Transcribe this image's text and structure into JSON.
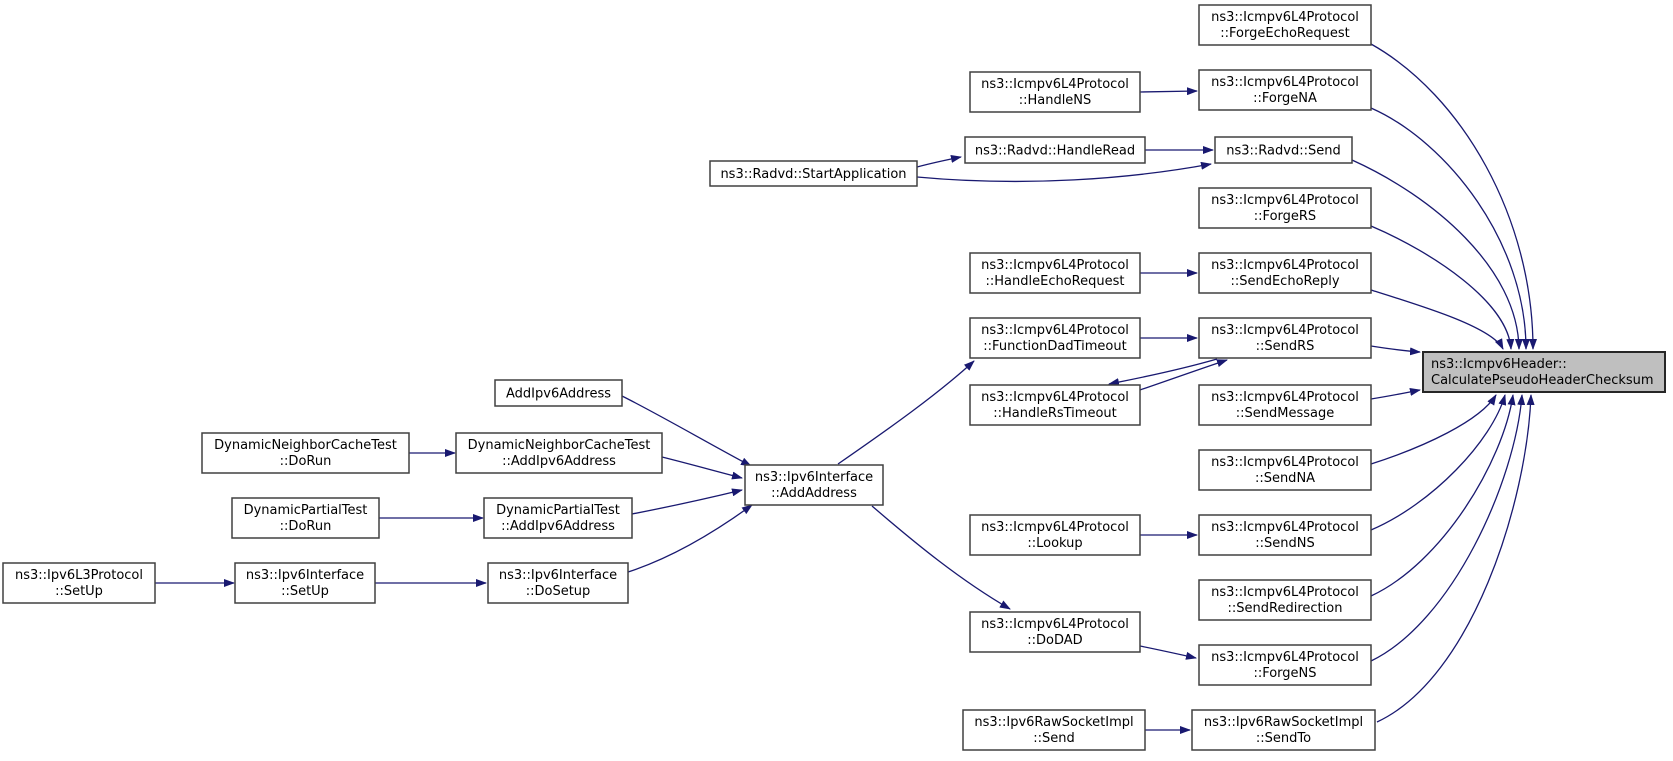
{
  "diagram": {
    "type": "call-graph",
    "colors": {
      "background": "#ffffff",
      "edge": "#191970",
      "node_border": "#404040",
      "node_fill": "#ffffff",
      "main_node_fill": "#bfbfbf",
      "text": "#000000"
    },
    "main_node_label": "ns3::Icmpv6Header::CalculatePseudoHeaderChecksum",
    "nodes": [
      {
        "id": "forge-echo-request",
        "lines": [
          "ns3::Icmpv6L4Protocol",
          "::ForgeEchoRequest"
        ],
        "role": "caller"
      },
      {
        "id": "forge-na",
        "lines": [
          "ns3::Icmpv6L4Protocol",
          "::ForgeNA"
        ],
        "role": "caller"
      },
      {
        "id": "radvd-send",
        "lines": [
          "ns3::Radvd::Send"
        ],
        "role": "caller"
      },
      {
        "id": "forge-rs",
        "lines": [
          "ns3::Icmpv6L4Protocol",
          "::ForgeRS"
        ],
        "role": "caller"
      },
      {
        "id": "send-echo-reply",
        "lines": [
          "ns3::Icmpv6L4Protocol",
          "::SendEchoReply"
        ],
        "role": "caller"
      },
      {
        "id": "send-rs",
        "lines": [
          "ns3::Icmpv6L4Protocol",
          "::SendRS"
        ],
        "role": "caller"
      },
      {
        "id": "send-message",
        "lines": [
          "ns3::Icmpv6L4Protocol",
          "::SendMessage"
        ],
        "role": "caller"
      },
      {
        "id": "send-na",
        "lines": [
          "ns3::Icmpv6L4Protocol",
          "::SendNA"
        ],
        "role": "caller"
      },
      {
        "id": "send-ns",
        "lines": [
          "ns3::Icmpv6L4Protocol",
          "::SendNS"
        ],
        "role": "caller"
      },
      {
        "id": "send-redirection",
        "lines": [
          "ns3::Icmpv6L4Protocol",
          "::SendRedirection"
        ],
        "role": "caller"
      },
      {
        "id": "forge-ns",
        "lines": [
          "ns3::Icmpv6L4Protocol",
          "::ForgeNS"
        ],
        "role": "caller"
      },
      {
        "id": "send-to",
        "lines": [
          "ns3::Ipv6RawSocketImpl",
          "::SendTo"
        ],
        "role": "caller"
      },
      {
        "id": "handle-ns",
        "lines": [
          "ns3::Icmpv6L4Protocol",
          "::HandleNS"
        ],
        "role": "caller"
      },
      {
        "id": "handle-read",
        "lines": [
          "ns3::Radvd::HandleRead"
        ],
        "role": "caller"
      },
      {
        "id": "start-application",
        "lines": [
          "ns3::Radvd::StartApplication"
        ],
        "role": "caller"
      },
      {
        "id": "handle-echo-request",
        "lines": [
          "ns3::Icmpv6L4Protocol",
          "::HandleEchoRequest"
        ],
        "role": "caller"
      },
      {
        "id": "function-dad-timeout",
        "lines": [
          "ns3::Icmpv6L4Protocol",
          "::FunctionDadTimeout"
        ],
        "role": "caller"
      },
      {
        "id": "handle-rs-timeout",
        "lines": [
          "ns3::Icmpv6L4Protocol",
          "::HandleRsTimeout"
        ],
        "role": "caller"
      },
      {
        "id": "lookup",
        "lines": [
          "ns3::Icmpv6L4Protocol",
          "::Lookup"
        ],
        "role": "caller"
      },
      {
        "id": "do-dad",
        "lines": [
          "ns3::Icmpv6L4Protocol",
          "::DoDAD"
        ],
        "role": "caller"
      },
      {
        "id": "raw-send",
        "lines": [
          "ns3::Ipv6RawSocketImpl",
          "::Send"
        ],
        "role": "caller"
      },
      {
        "id": "add-address",
        "lines": [
          "ns3::Ipv6Interface",
          "::AddAddress"
        ],
        "role": "caller"
      },
      {
        "id": "add-ipv6-address",
        "lines": [
          "AddIpv6Address"
        ],
        "role": "caller"
      },
      {
        "id": "dnct-add-ipv6-address",
        "lines": [
          "DynamicNeighborCacheTest",
          "::AddIpv6Address"
        ],
        "role": "caller"
      },
      {
        "id": "dpt-add-ipv6-address",
        "lines": [
          "DynamicPartialTest",
          "::AddIpv6Address"
        ],
        "role": "caller"
      },
      {
        "id": "do-setup",
        "lines": [
          "ns3::Ipv6Interface",
          "::DoSetup"
        ],
        "role": "caller"
      },
      {
        "id": "dnct-do-run",
        "lines": [
          "DynamicNeighborCacheTest",
          "::DoRun"
        ],
        "role": "caller"
      },
      {
        "id": "dpt-do-run",
        "lines": [
          "DynamicPartialTest",
          "::DoRun"
        ],
        "role": "caller"
      },
      {
        "id": "ipv6l3-setup",
        "lines": [
          "ns3::Ipv6L3Protocol",
          "::SetUp"
        ],
        "role": "caller"
      },
      {
        "id": "ipv6if-setup",
        "lines": [
          "ns3::Ipv6Interface",
          "::SetUp"
        ],
        "role": "caller"
      },
      {
        "id": "main",
        "lines": [
          "ns3::Icmpv6Header::",
          "CalculatePseudoHeaderChecksum"
        ],
        "role": "main"
      }
    ],
    "edges": [
      {
        "from": "dnct-do-run",
        "to": "dnct-add-ipv6-address"
      },
      {
        "from": "dpt-do-run",
        "to": "dpt-add-ipv6-address"
      },
      {
        "from": "ipv6l3-setup",
        "to": "ipv6if-setup"
      },
      {
        "from": "ipv6if-setup",
        "to": "do-setup"
      },
      {
        "from": "handle-ns",
        "to": "forge-na"
      },
      {
        "from": "handle-read",
        "to": "radvd-send"
      },
      {
        "from": "handle-echo-request",
        "to": "send-echo-reply"
      },
      {
        "from": "function-dad-timeout",
        "to": "send-rs"
      },
      {
        "from": "lookup",
        "to": "send-ns"
      },
      {
        "from": "raw-send",
        "to": "send-to"
      },
      {
        "from": "add-ipv6-address",
        "to": "add-address"
      },
      {
        "from": "dnct-add-ipv6-address",
        "to": "add-address"
      },
      {
        "from": "dpt-add-ipv6-address",
        "to": "add-address"
      },
      {
        "from": "do-setup",
        "to": "add-address"
      },
      {
        "from": "add-address",
        "to": "function-dad-timeout"
      },
      {
        "from": "add-address",
        "to": "do-dad"
      },
      {
        "from": "start-application",
        "to": "handle-read"
      },
      {
        "from": "start-application",
        "to": "radvd-send"
      },
      {
        "from": "handle-rs-timeout",
        "to": "send-rs"
      },
      {
        "from": "send-rs",
        "to": "handle-rs-timeout"
      },
      {
        "from": "do-dad",
        "to": "forge-ns"
      },
      {
        "from": "forge-echo-request",
        "to": "main"
      },
      {
        "from": "forge-na",
        "to": "main"
      },
      {
        "from": "radvd-send",
        "to": "main"
      },
      {
        "from": "forge-rs",
        "to": "main"
      },
      {
        "from": "send-echo-reply",
        "to": "main"
      },
      {
        "from": "send-rs",
        "to": "main"
      },
      {
        "from": "send-message",
        "to": "main"
      },
      {
        "from": "send-na",
        "to": "main"
      },
      {
        "from": "send-ns",
        "to": "main"
      },
      {
        "from": "send-redirection",
        "to": "main"
      },
      {
        "from": "forge-ns",
        "to": "main"
      },
      {
        "from": "send-to",
        "to": "main"
      }
    ]
  }
}
